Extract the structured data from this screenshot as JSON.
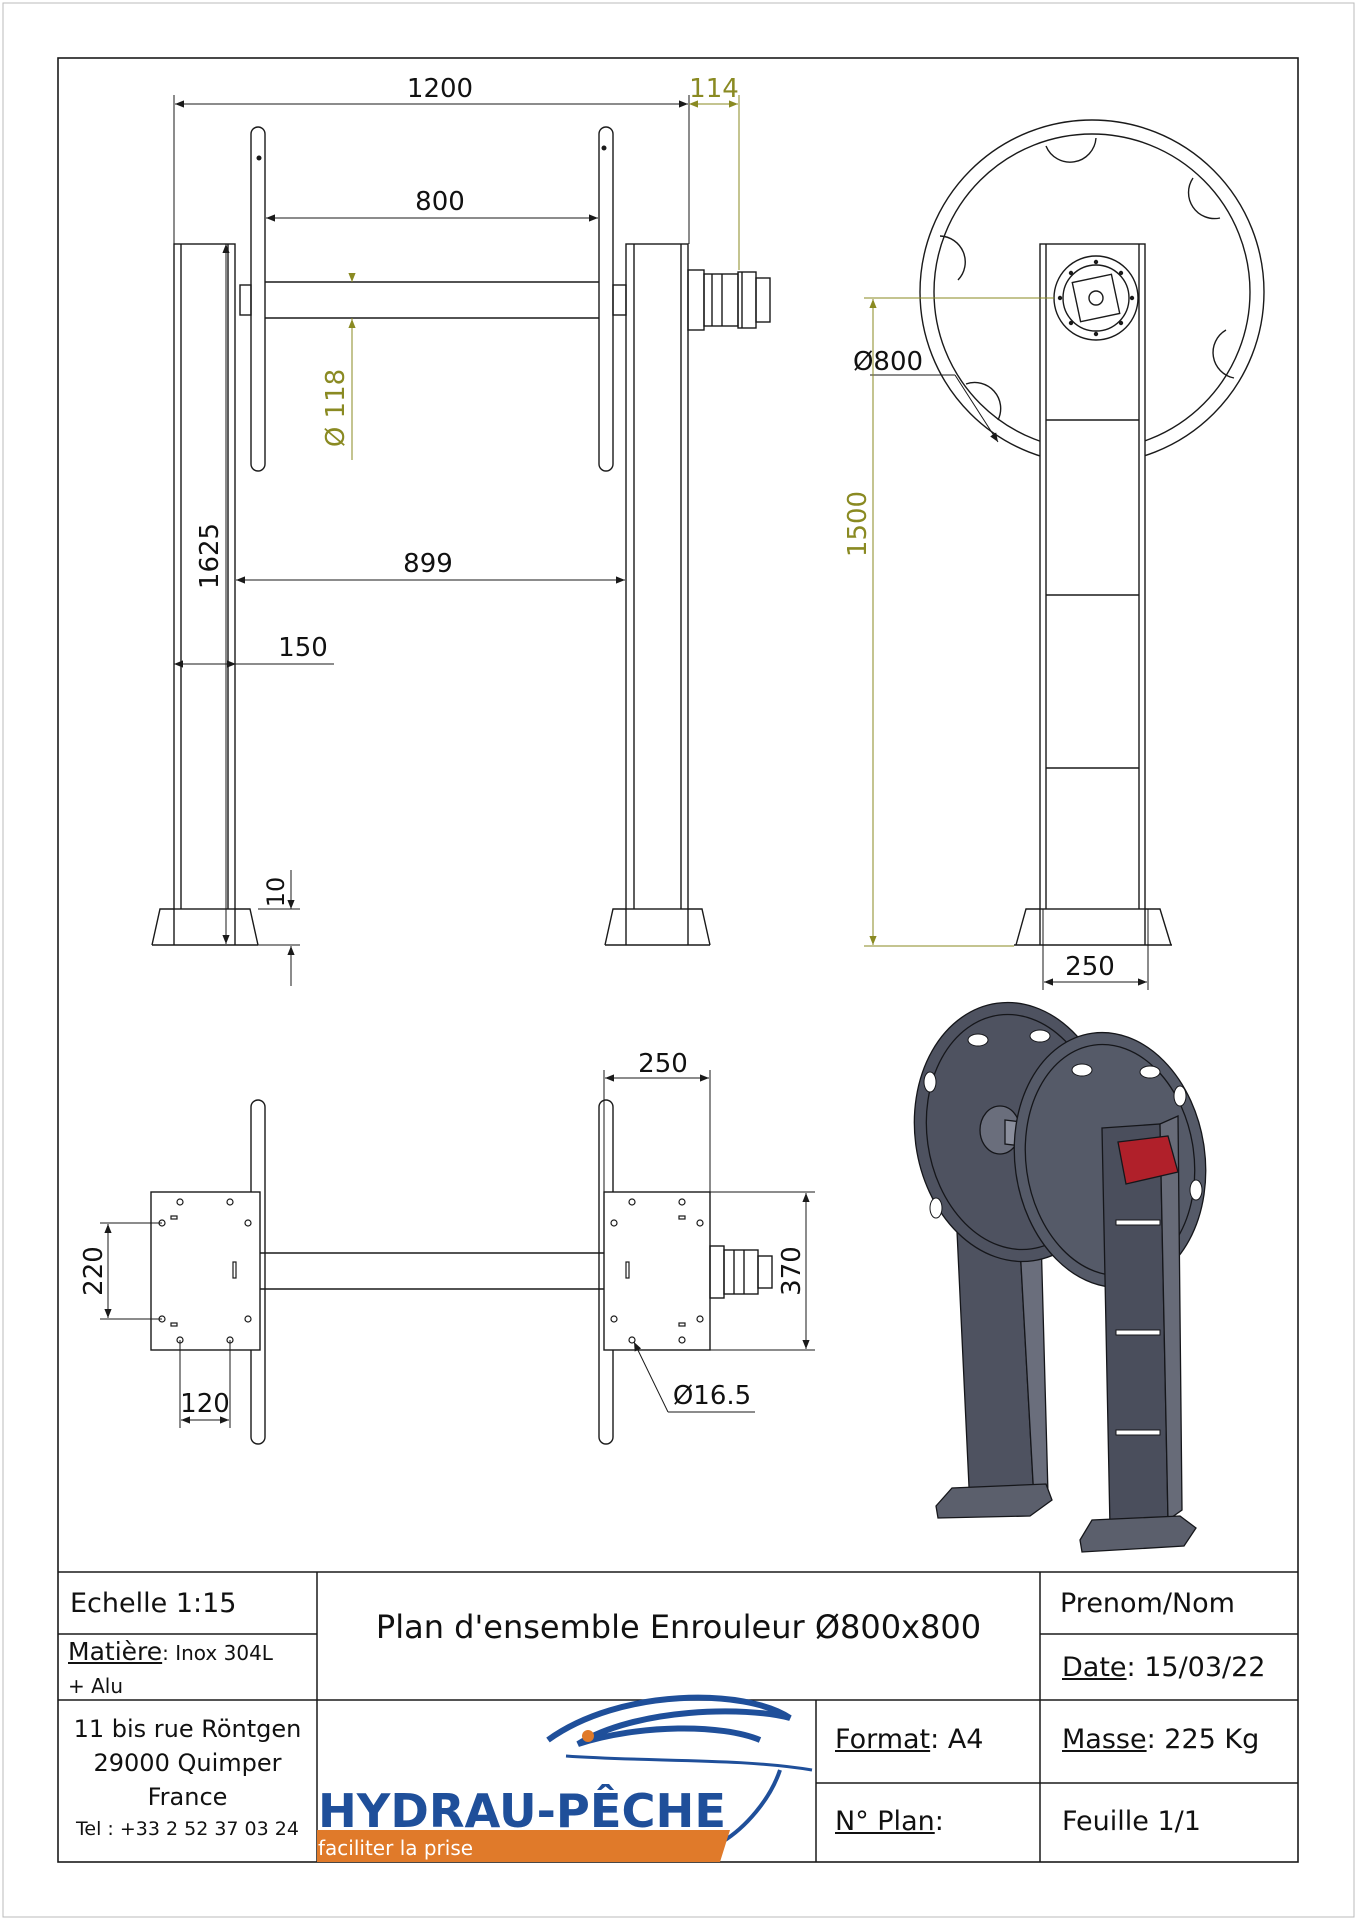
{
  "dimensions": {
    "d1200": "1200",
    "d114": "114",
    "d800": "800",
    "d118": "Ø 118",
    "d899": "899",
    "d1625": "1625",
    "d150": "150",
    "d10": "10",
    "dia800": "Ø800",
    "d1500": "1500",
    "d250_side": "250",
    "d250_top": "250",
    "d220": "220",
    "d120": "120",
    "d370": "370",
    "dia16_5": "Ø16.5"
  },
  "title_block": {
    "scale": "Echelle 1:15",
    "material_label": "Matière",
    "material_value": ": Inox 304L",
    "material_value2": "+ Alu",
    "title": "Plan d'ensemble Enrouleur Ø800x800",
    "name": "Prenom/Nom",
    "date_label": "Date",
    "date_value": ": 15/03/22",
    "address1": "11 bis rue Röntgen",
    "address2": "29000 Quimper",
    "address3": "France",
    "phone": "Tel : +33 2 52 37 03 24",
    "logo_text": "HYDRAU-PÊCHE",
    "slogan": "faciliter la prise",
    "format_label": "Format",
    "format_value": ": A4",
    "mass_label": "Masse",
    "mass_value": ": 225 Kg",
    "plan_label": "N° Plan",
    "plan_value": ":",
    "sheet": "Feuille 1/1"
  },
  "colors": {
    "line": "#1a1a1a",
    "dim_olive": "#8a8a22",
    "logo_blue": "#1f4f9a",
    "logo_orange": "#e07a2a",
    "render_steel": "#4e5260",
    "render_red": "#b0202a"
  }
}
